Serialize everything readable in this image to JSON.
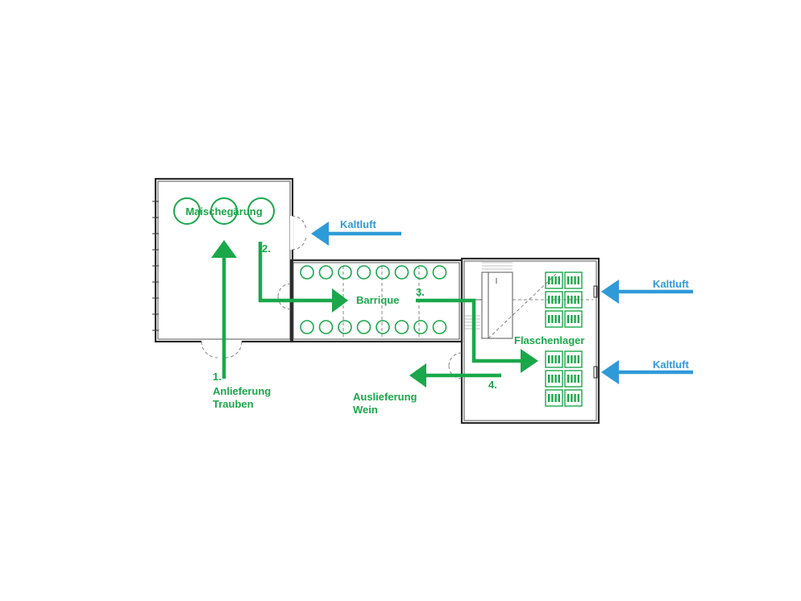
{
  "rooms": {
    "maischegaerung": "Maischegärung",
    "barrique": "Barrique",
    "flaschenlager": "Flaschenlager"
  },
  "flow_steps": {
    "step1_number": "1.",
    "step1_line1": "Anlieferung",
    "step1_line2": "Trauben",
    "step2_number": "2.",
    "step3_number": "3.",
    "step4_number": "4.",
    "step4_line1": "Auslieferung",
    "step4_line2": "Wein"
  },
  "airflow": {
    "label_top": "Kaltluft",
    "label_right_upper": "Kaltluft",
    "label_right_lower": "Kaltluft"
  },
  "colors": {
    "flow": "#1aa84a",
    "air": "#2f9ad8",
    "walls": "#2a2a2a"
  },
  "icons": [
    "tank-icon",
    "barrel-icon",
    "bottle-rack-icon",
    "door-icon",
    "stair-icon"
  ]
}
